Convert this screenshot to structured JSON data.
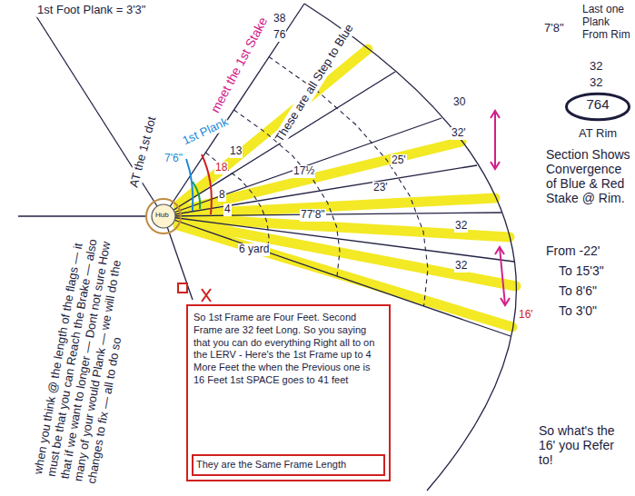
{
  "diagram": {
    "nodes": [
      {
        "text": [
          "764"
        ]
      },
      {
        "text": [
          "So 1st Frame are Four Feet. Second Frame are 32 feet Long. So you saying that you can do everything Right all to on the LERV - Here's the 1st Frame up to 4 More Feet the when the Previous one is 16 Feet 1st SPACE goes to 41 feet"
        ]
      },
      {
        "text": [
          "They are the Same Frame Length"
        ],
        "in": 1
      }
    ],
    "labels": [
      "1st Foot Plank = 3'3\"",
      "38",
      "76",
      "meet the 1st Stake",
      "These are all Step to Blue",
      "AT the 1st dot",
      "1st Plank",
      "7'6\"",
      "30",
      "32'",
      "25'",
      "17½",
      "18",
      "13",
      "8",
      "4",
      "23'",
      "77'8\"",
      "32",
      "32",
      "6 yard",
      "16'",
      "Last one Plank From Rim",
      "7'8\"",
      "32",
      "32",
      "AT Rim",
      "Section Shows Convergence of Blue & Red Stake @ Rim.",
      "From -22'",
      "To 15'3\"",
      "To 8'6\"",
      "To 3'0\"",
      "So what's the 16' you Refer to!",
      "Hub",
      "when you think @ the length of the flags — it must be that you can Reach the Brake — also that if we want to longer — Dont not sure How many of your would Plank — we will do the changes to fix — all to do so"
    ]
  }
}
